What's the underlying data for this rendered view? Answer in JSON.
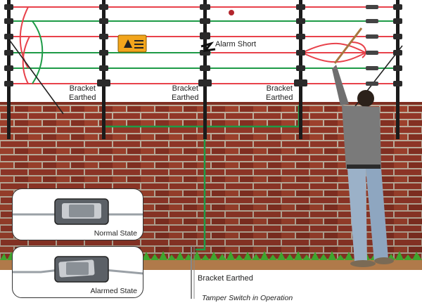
{
  "labels": {
    "bracket_earthed_1": [
      "Bracket",
      "Earthed"
    ],
    "bracket_earthed_2": [
      "Bracket",
      "Earthed"
    ],
    "bracket_earthed_3": [
      "Bracket",
      "Earthed"
    ],
    "alarm_short": "Alarm Short",
    "bracket_earthed_bottom": "Bracket Earthed",
    "tamper_caption": "Tamper Switch in Operation"
  },
  "insets": {
    "normal_state": "Normal State",
    "alarmed_state": "Alarmed State"
  },
  "colors": {
    "live_wire": "#e8424b",
    "earth_wire": "#1e9b47",
    "brick": "#9b3a2a",
    "mortar": "#c9b9a6",
    "grass": "#3fa52e",
    "sign": "#f2a51c"
  },
  "icons": [
    "warning-sign-icon",
    "tamper-switch-icon",
    "insulator-icon"
  ]
}
